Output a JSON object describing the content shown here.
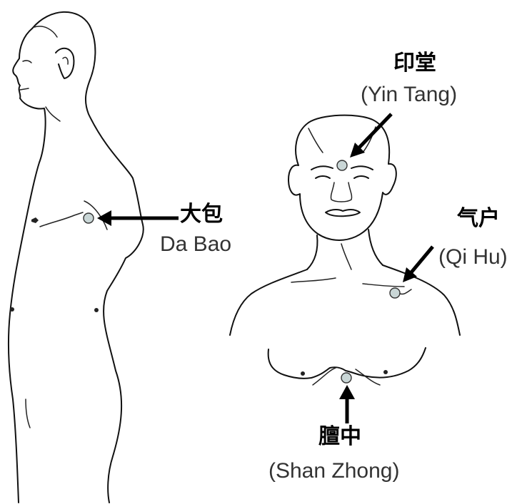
{
  "points": {
    "da_bao": {
      "chinese": "大包",
      "pinyin": "Da Bao"
    },
    "yin_tang": {
      "chinese": "印堂",
      "pinyin": "(Yin Tang)"
    },
    "qi_hu": {
      "chinese": "气户",
      "pinyin": "(Qi Hu)"
    },
    "shan_zhong": {
      "chinese": "膻中",
      "pinyin": "(Shan Zhong)"
    }
  },
  "colors": {
    "line": "#111111",
    "point_fill": "#c9d6d6",
    "arrow": "#000000",
    "pinyin_text": "#333333"
  }
}
